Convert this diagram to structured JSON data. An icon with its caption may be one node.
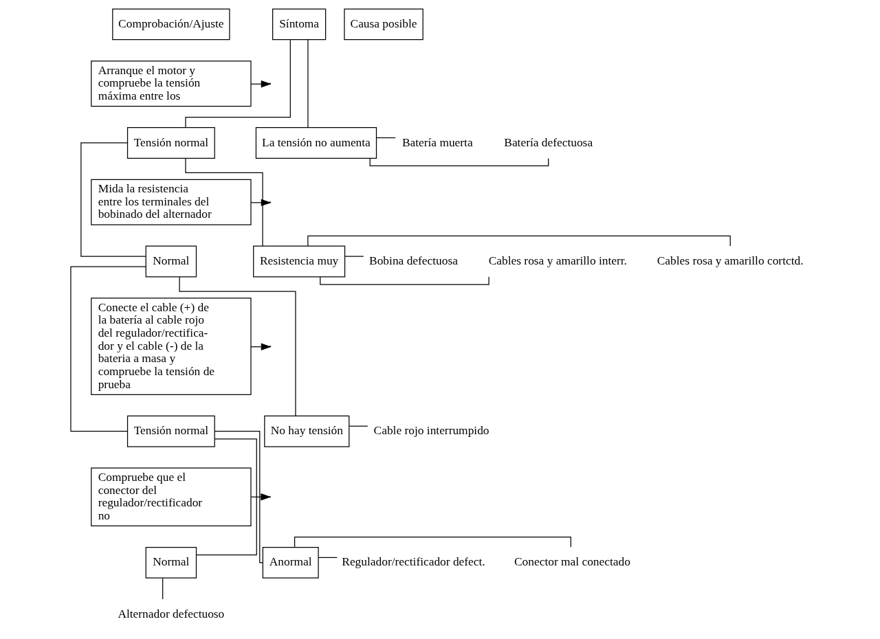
{
  "diagram": {
    "nodes": [
      {
        "text": [
          "Comprobación/Ajuste"
        ]
      },
      {
        "text": [
          "Síntoma"
        ]
      },
      {
        "text": [
          "Causa posible"
        ]
      },
      {
        "text": [
          "Arranque el motor y compruebe la tensión máxima entre los"
        ]
      },
      {
        "text": [
          "Tensión normal"
        ]
      },
      {
        "text": [
          "La tensión no aumenta"
        ]
      },
      {
        "text": [
          "Batería muerta"
        ]
      },
      {
        "text": [
          "Batería defectuosa"
        ]
      },
      {
        "text": [
          "Mida la resistencia entre los terminales del bobinado del alternador"
        ]
      },
      {
        "text": [
          "Normal"
        ]
      },
      {
        "text": [
          "Resistencia muy"
        ]
      },
      {
        "text": [
          "Bobina defectuosa"
        ]
      },
      {
        "text": [
          "Cables rosa y amarillo interr."
        ]
      },
      {
        "text": [
          "Cables rosa y amarillo cortctd."
        ]
      },
      {
        "text": [
          "Conecte el cable (+) de la batería al cable rojo del regulador/rectifica- dor y el cable (-) de la bateria a masa y compruebe la tensión de prueba"
        ]
      },
      {
        "text": [
          "Tensión normal"
        ]
      },
      {
        "text": [
          "No hay tensión"
        ]
      },
      {
        "text": [
          "Cable rojo interrumpido"
        ]
      },
      {
        "text": [
          "Compruebe que el conector del regulador/rectificador no"
        ]
      },
      {
        "text": [
          "Normal"
        ]
      },
      {
        "text": [
          "Anormal"
        ]
      },
      {
        "text": [
          "Regulador/rectificador defect."
        ]
      },
      {
        "text": [
          "Conector mal conectado"
        ]
      },
      {
        "text": [
          "Alternador defectuoso"
        ]
      }
    ],
    "edges": [
      {
        "from": 1,
        "to": 4,
        "arrow": "none"
      },
      {
        "from": 1,
        "to": 5,
        "arrow": "none"
      },
      {
        "from": 3,
        "to": null,
        "arrow": "to"
      },
      {
        "from": 5,
        "to": 6,
        "arrow": "none"
      },
      {
        "from": 5,
        "to": 7,
        "arrow": "none"
      },
      {
        "from": 4,
        "to": 9,
        "arrow": "none"
      },
      {
        "from": 4,
        "to": 10,
        "arrow": "none"
      },
      {
        "from": 8,
        "to": null,
        "arrow": "to"
      },
      {
        "from": 10,
        "to": 11,
        "arrow": "none"
      },
      {
        "from": 10,
        "to": 12,
        "arrow": "none"
      },
      {
        "from": 10,
        "to": 13,
        "arrow": "none"
      },
      {
        "from": 9,
        "to": 15,
        "arrow": "none"
      },
      {
        "from": 9,
        "to": 16,
        "arrow": "none"
      },
      {
        "from": 14,
        "to": null,
        "arrow": "to"
      },
      {
        "from": 16,
        "to": 17,
        "arrow": "none"
      },
      {
        "from": 15,
        "to": 19,
        "arrow": "none"
      },
      {
        "from": 15,
        "to": 20,
        "arrow": "none"
      },
      {
        "from": 18,
        "to": null,
        "arrow": "to"
      },
      {
        "from": 20,
        "to": 21,
        "arrow": "none"
      },
      {
        "from": 20,
        "to": 22,
        "arrow": "none"
      },
      {
        "from": 19,
        "to": 23,
        "arrow": "none"
      }
    ]
  }
}
